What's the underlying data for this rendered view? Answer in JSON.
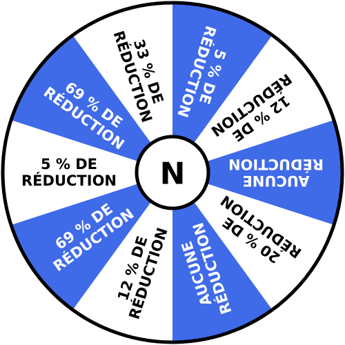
{
  "wheel": {
    "hub_letter": "N",
    "colors": {
      "blue": "#3f6ae8",
      "white": "#ffffff",
      "outline": "#000000",
      "text_on_blue": "#ffffff",
      "text_on_white": "#000000"
    },
    "segments": [
      {
        "fill": "blue",
        "lines": [
          "5 % DE",
          "RÉDUCTION"
        ]
      },
      {
        "fill": "white",
        "lines": [
          "12 % DE",
          "RÉDUCTION"
        ]
      },
      {
        "fill": "blue",
        "lines": [
          "AUCUNE",
          "RÉDUCTION"
        ]
      },
      {
        "fill": "white",
        "lines": [
          "20 % DE",
          "RÉDUCTION"
        ]
      },
      {
        "fill": "blue",
        "lines": [
          "AUCUNE",
          "RÉDUCTION"
        ]
      },
      {
        "fill": "white",
        "lines": [
          "12 % DE",
          "RÉDUCTION"
        ]
      },
      {
        "fill": "blue",
        "lines": [
          "69 % DE",
          "RÉDUCTION"
        ]
      },
      {
        "fill": "white",
        "lines": [
          "5 % DE",
          "RÉDUCTION"
        ]
      },
      {
        "fill": "blue",
        "lines": [
          "69 % DE",
          "RÉDUCTION"
        ]
      },
      {
        "fill": "white",
        "lines": [
          "33 % DE",
          "RÉDUCTION"
        ]
      }
    ]
  }
}
